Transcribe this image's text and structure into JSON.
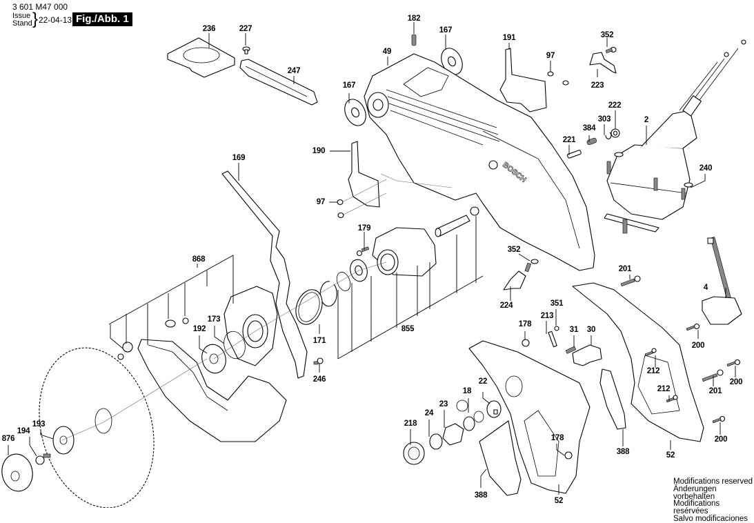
{
  "header": {
    "document_number": "3 601 M47 000",
    "issue_label": "Issue",
    "stand_label": "Stand",
    "brace": "}",
    "date": "22-04-13",
    "figure": "Fig./Abb. 1"
  },
  "notes": [
    "Modifications reserved",
    "Änderungen vorbehalten",
    "Modifications resérvées",
    "Salvo modificaciones"
  ],
  "brand_mark": "BOSCH",
  "part_labels": [
    {
      "id": "236",
      "text": "236"
    },
    {
      "id": "227",
      "text": "227"
    },
    {
      "id": "247",
      "text": "247"
    },
    {
      "id": "182",
      "text": "182"
    },
    {
      "id": "167a",
      "text": "167"
    },
    {
      "id": "49",
      "text": "49"
    },
    {
      "id": "167b",
      "text": "167"
    },
    {
      "id": "191",
      "text": "191"
    },
    {
      "id": "97a",
      "text": "97"
    },
    {
      "id": "352a",
      "text": "352"
    },
    {
      "id": "223",
      "text": "223"
    },
    {
      "id": "222",
      "text": "222"
    },
    {
      "id": "303",
      "text": "303"
    },
    {
      "id": "384",
      "text": "384"
    },
    {
      "id": "221",
      "text": "221"
    },
    {
      "id": "2",
      "text": "2"
    },
    {
      "id": "240",
      "text": "240"
    },
    {
      "id": "190",
      "text": "190"
    },
    {
      "id": "97b",
      "text": "97"
    },
    {
      "id": "169",
      "text": "169"
    },
    {
      "id": "179",
      "text": "179"
    },
    {
      "id": "868",
      "text": "868"
    },
    {
      "id": "352b",
      "text": "352"
    },
    {
      "id": "224",
      "text": "224"
    },
    {
      "id": "201a",
      "text": "201"
    },
    {
      "id": "4",
      "text": "4"
    },
    {
      "id": "351",
      "text": "351"
    },
    {
      "id": "213",
      "text": "213"
    },
    {
      "id": "178a",
      "text": "178"
    },
    {
      "id": "31",
      "text": "31"
    },
    {
      "id": "30",
      "text": "30"
    },
    {
      "id": "200a",
      "text": "200"
    },
    {
      "id": "173",
      "text": "173"
    },
    {
      "id": "192",
      "text": "192"
    },
    {
      "id": "171",
      "text": "171"
    },
    {
      "id": "855",
      "text": "855"
    },
    {
      "id": "246",
      "text": "246"
    },
    {
      "id": "212a",
      "text": "212"
    },
    {
      "id": "201b",
      "text": "201"
    },
    {
      "id": "200b",
      "text": "200"
    },
    {
      "id": "212b",
      "text": "212"
    },
    {
      "id": "22",
      "text": "22"
    },
    {
      "id": "18",
      "text": "18"
    },
    {
      "id": "23",
      "text": "23"
    },
    {
      "id": "24",
      "text": "24"
    },
    {
      "id": "218",
      "text": "218"
    },
    {
      "id": "193",
      "text": "193"
    },
    {
      "id": "194",
      "text": "194"
    },
    {
      "id": "876",
      "text": "876"
    },
    {
      "id": "178b",
      "text": "178"
    },
    {
      "id": "388a",
      "text": "388"
    },
    {
      "id": "52a",
      "text": "52"
    },
    {
      "id": "200c",
      "text": "200"
    },
    {
      "id": "388b",
      "text": "388"
    },
    {
      "id": "52b",
      "text": "52"
    }
  ]
}
